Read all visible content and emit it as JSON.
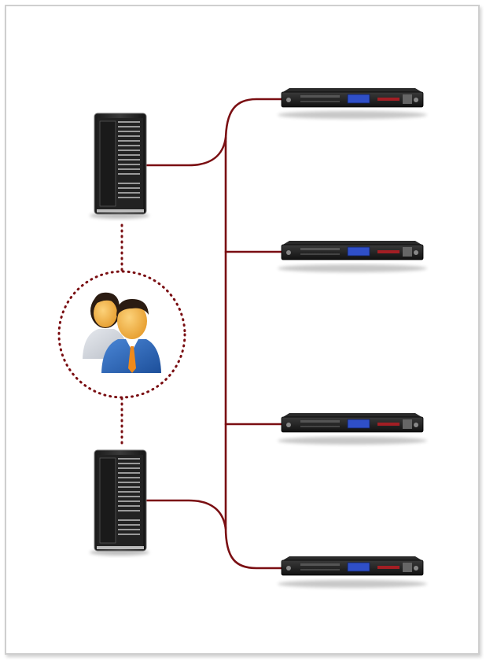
{
  "diagram": {
    "nodes": [
      {
        "id": "tower-server-1",
        "kind": "tower-server-icon"
      },
      {
        "id": "tower-server-2",
        "kind": "tower-server-icon"
      },
      {
        "id": "users",
        "kind": "users-group-icon"
      },
      {
        "id": "rack-unit-1",
        "kind": "rack-server-icon"
      },
      {
        "id": "rack-unit-2",
        "kind": "rack-server-icon"
      },
      {
        "id": "rack-unit-3",
        "kind": "rack-server-icon"
      },
      {
        "id": "rack-unit-4",
        "kind": "rack-server-icon"
      }
    ],
    "links": [
      {
        "from": "tower-server-1",
        "to": "bus",
        "style": "solid"
      },
      {
        "from": "tower-server-2",
        "to": "bus",
        "style": "solid"
      },
      {
        "from": "bus",
        "to": "rack-unit-1",
        "style": "solid"
      },
      {
        "from": "bus",
        "to": "rack-unit-2",
        "style": "solid"
      },
      {
        "from": "bus",
        "to": "rack-unit-3",
        "style": "solid"
      },
      {
        "from": "bus",
        "to": "rack-unit-4",
        "style": "solid"
      },
      {
        "from": "tower-server-1",
        "to": "users",
        "style": "dotted"
      },
      {
        "from": "users",
        "to": "tower-server-2",
        "style": "dotted"
      }
    ]
  },
  "colors": {
    "link": "#7a0e12",
    "frame_border": "#cfcfcf",
    "server_body": "#2a2a2a",
    "rack_display": "#2f4fc8",
    "user_suit": "#2a62b8",
    "user_skin": "#f4b24a",
    "tie": "#f08a1a"
  }
}
